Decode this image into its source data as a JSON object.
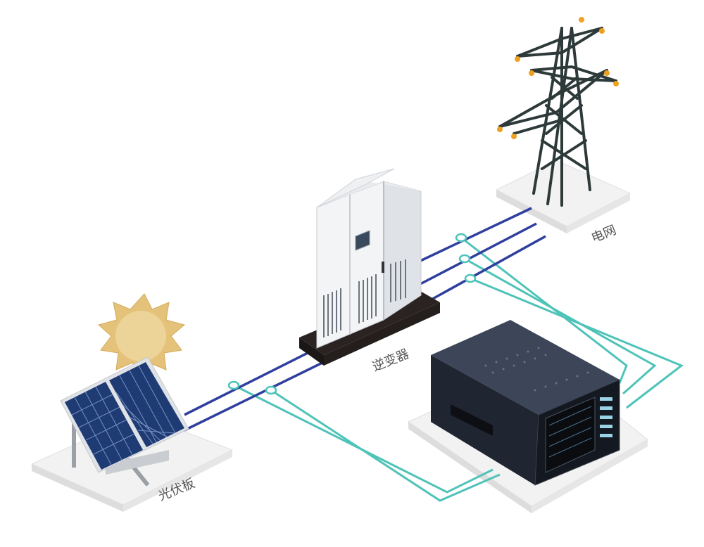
{
  "labels": {
    "pv_panel": "光伏板",
    "inverter": "逆变器",
    "grid": "电网"
  },
  "colors": {
    "power_line": "#2f3f9e",
    "measure_line": "#4ec3b8",
    "platform_top": "#f1f1f1",
    "platform_edge": "#d9d9d9",
    "panel_cell": "#1f3b74",
    "sun": "#e8c77a",
    "tower": "#2e3a3a",
    "insulator": "#f0a020",
    "analyzer_body": "#2a3140"
  },
  "icons": {
    "pv_panel": "solar-panel-icon",
    "sun": "sun-icon",
    "inverter": "inverter-cabinet-icon",
    "grid": "transmission-tower-icon",
    "analyzer": "power-analyzer-icon"
  }
}
